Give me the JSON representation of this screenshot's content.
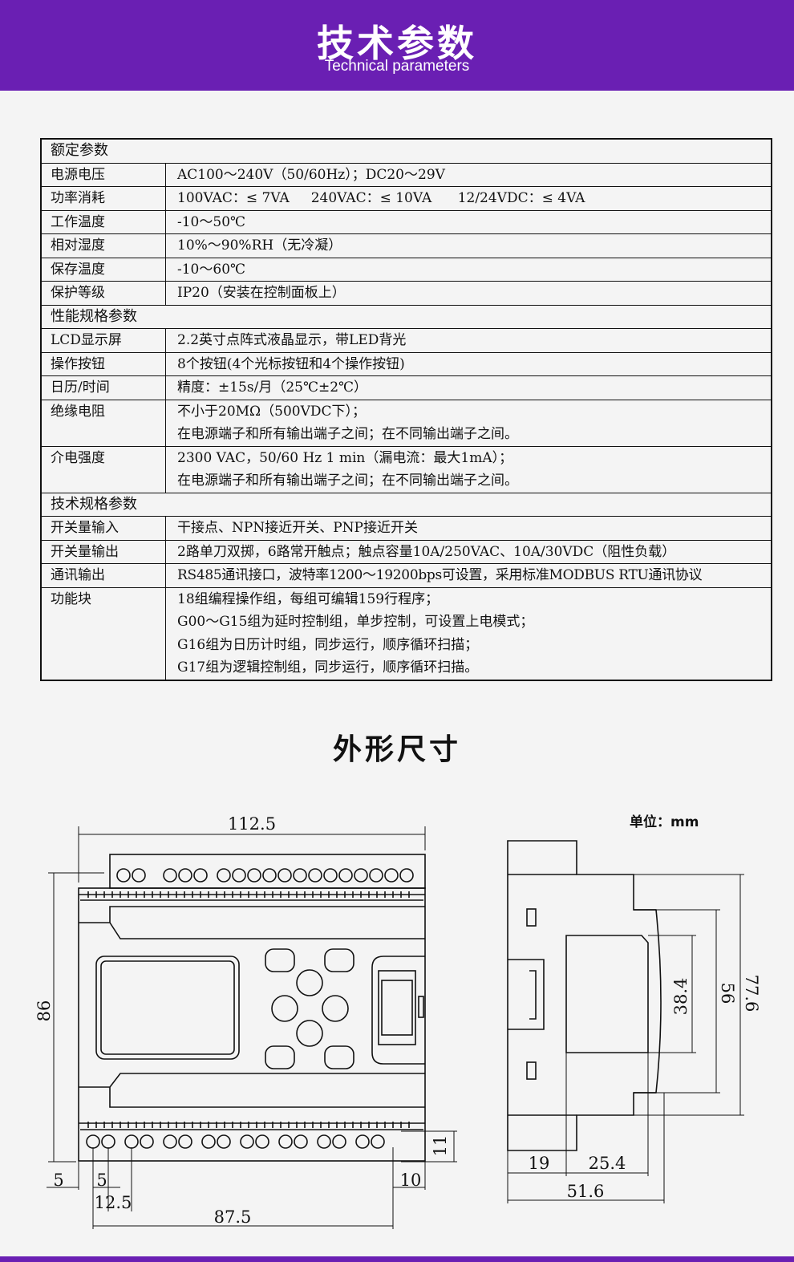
{
  "header": {
    "title_cn": "技术参数",
    "title_en": "Technical parameters"
  },
  "spec_table": {
    "rated_section": "额定参数",
    "rows_rated": [
      {
        "label": "电源电压",
        "value": "AC100～240V（50/60Hz）；DC20～29V"
      },
      {
        "label": "功率消耗",
        "value": "100VAC：≤ 7VA     240VAC：≤ 10VA      12/24VDC：≤ 4VA"
      },
      {
        "label": "工作温度",
        "value": "-10～50℃"
      },
      {
        "label": "相对湿度",
        "value": "10%～90%RH（无冷凝）"
      },
      {
        "label": "保存温度",
        "value": "-10～60℃"
      },
      {
        "label": "保护等级",
        "value": "IP20（安装在控制面板上）"
      }
    ],
    "performance_section": "性能规格参数",
    "rows_performance": [
      {
        "label": "LCD显示屏",
        "value": "2.2英寸点阵式液晶显示，带LED背光"
      },
      {
        "label": "操作按钮",
        "value": "8个按钮(4个光标按钮和4个操作按钮)"
      },
      {
        "label": "日历/时间",
        "value": "精度：±15s/月（25℃±2℃）"
      }
    ],
    "insulation": {
      "label": "绝缘电阻",
      "line1": "不小于20MΩ（500VDC下）；",
      "line2": "在电源端子和所有输出端子之间；在不同输出端子之间。"
    },
    "dielectric": {
      "label": "介电强度",
      "line1": "2300 VAC，50/60 Hz 1 min（漏电流：最大1mA）；",
      "line2": "在电源端子和所有输出端子之间；在不同输出端子之间。"
    },
    "technical_section": "技术规格参数",
    "rows_technical": [
      {
        "label": "开关量输入",
        "value": "干接点、NPN接近开关、PNP接近开关"
      },
      {
        "label": "开关量输出",
        "value": "2路单刀双掷，6路常开触点；触点容量10A/250VAC、10A/30VDC（阻性负载）"
      },
      {
        "label": "通讯输出",
        "value": "RS485通讯接口，波特率1200～19200bps可设置，采用标准MODBUS RTU通讯协议"
      }
    ],
    "function_block": {
      "label": "功能块",
      "lines": [
        "18组编程操作组，每组可编辑159行程序；",
        "G00～G15组为延时控制组，单步控制，可设置上电模式；",
        "G16组为日历计时组，同步运行，顺序循环扫描；",
        "G17组为逻辑控制组，同步运行，顺序循环扫描。"
      ]
    }
  },
  "dimensions": {
    "title": "外形尺寸",
    "unit_label": "单位：mm",
    "front": {
      "width_top": "112.5",
      "height_left": "86",
      "left_offset_a": "5",
      "left_offset_b": "5",
      "pitch": "12.5",
      "bottom_span": "87.5",
      "right_offset": "10",
      "bottom_height": "11"
    },
    "side": {
      "depth_a": "19",
      "depth_b": "25.4",
      "depth_total": "51.6",
      "h_inner": "38.4",
      "h_mid": "56",
      "h_total": "77.6"
    }
  }
}
